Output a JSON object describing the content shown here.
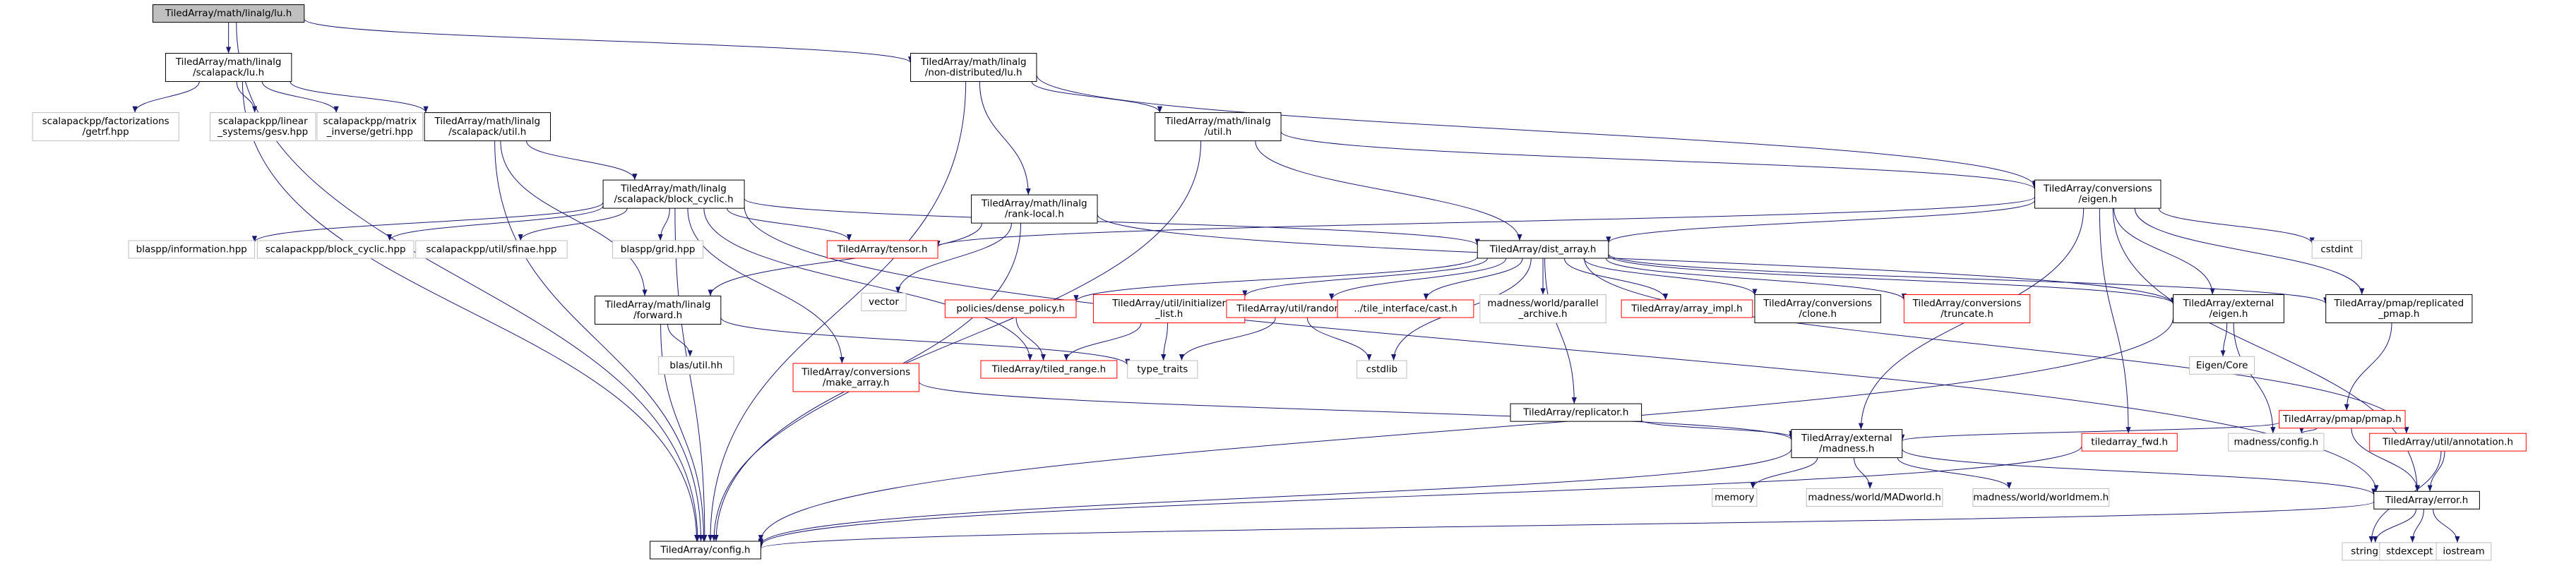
{
  "graph": {
    "nodes": [
      {
        "id": "root",
        "lines": [
          "TiledArray/math/linalg/lu.h"
        ],
        "style": "root"
      },
      {
        "id": "sclu",
        "lines": [
          "TiledArray/math/linalg",
          "/scalapack/lu.h"
        ],
        "style": "black"
      },
      {
        "id": "ndlu",
        "lines": [
          "TiledArray/math/linalg",
          "/non-distributed/lu.h"
        ],
        "style": "black"
      },
      {
        "id": "getrf",
        "lines": [
          "scalapackpp/factorizations",
          "/getrf.hpp"
        ],
        "style": "grey"
      },
      {
        "id": "gesv",
        "lines": [
          "scalapackpp/linear",
          "_systems/gesv.hpp"
        ],
        "style": "grey"
      },
      {
        "id": "getri",
        "lines": [
          "scalapackpp/matrix",
          "_inverse/getri.hpp"
        ],
        "style": "grey"
      },
      {
        "id": "scutil",
        "lines": [
          "TiledArray/math/linalg",
          "/scalapack/util.h"
        ],
        "style": "black"
      },
      {
        "id": "lutil",
        "lines": [
          "TiledArray/math/linalg",
          "/util.h"
        ],
        "style": "black"
      },
      {
        "id": "blockcyc",
        "lines": [
          "TiledArray/math/linalg",
          "/scalapack/block_cyclic.h"
        ],
        "style": "black"
      },
      {
        "id": "rankloc",
        "lines": [
          "TiledArray/math/linalg",
          "/rank-local.h"
        ],
        "style": "black"
      },
      {
        "id": "conveigen",
        "lines": [
          "TiledArray/conversions",
          "/eigen.h"
        ],
        "style": "black"
      },
      {
        "id": "blasinfo",
        "lines": [
          "blaspp/information.hpp"
        ],
        "style": "grey"
      },
      {
        "id": "scbc",
        "lines": [
          "scalapackpp/block_cyclic.hpp"
        ],
        "style": "grey"
      },
      {
        "id": "scfinae",
        "lines": [
          "scalapackpp/util/sfinae.hpp"
        ],
        "style": "grey"
      },
      {
        "id": "blasgrid",
        "lines": [
          "blaspp/grid.hpp"
        ],
        "style": "grey"
      },
      {
        "id": "tensor",
        "lines": [
          "TiledArray/tensor.h"
        ],
        "style": "red"
      },
      {
        "id": "distarr",
        "lines": [
          "TiledArray/dist_array.h"
        ],
        "style": "black"
      },
      {
        "id": "cstdint",
        "lines": [
          "cstdint"
        ],
        "style": "grey"
      },
      {
        "id": "vector",
        "lines": [
          "vector"
        ],
        "style": "grey"
      },
      {
        "id": "forward",
        "lines": [
          "TiledArray/math/linalg",
          "/forward.h"
        ],
        "style": "black"
      },
      {
        "id": "densepol",
        "lines": [
          "policies/dense_policy.h"
        ],
        "style": "red"
      },
      {
        "id": "initlist",
        "lines": [
          "TiledArray/util/initializer",
          "_list.h"
        ],
        "style": "red"
      },
      {
        "id": "random",
        "lines": [
          "TiledArray/util/random.h"
        ],
        "style": "red"
      },
      {
        "id": "tilecast",
        "lines": [
          "../tile_interface/cast.h"
        ],
        "style": "red"
      },
      {
        "id": "parchive",
        "lines": [
          "madness/world/parallel",
          "_archive.h"
        ],
        "style": "grey"
      },
      {
        "id": "arrimpl",
        "lines": [
          "TiledArray/array_impl.h"
        ],
        "style": "red"
      },
      {
        "id": "clone",
        "lines": [
          "TiledArray/conversions",
          "/clone.h"
        ],
        "style": "black"
      },
      {
        "id": "truncate",
        "lines": [
          "TiledArray/conversions",
          "/truncate.h"
        ],
        "style": "red"
      },
      {
        "id": "exteigen",
        "lines": [
          "TiledArray/external",
          "/eigen.h"
        ],
        "style": "black"
      },
      {
        "id": "replpmap",
        "lines": [
          "TiledArray/pmap/replicated",
          "_pmap.h"
        ],
        "style": "black"
      },
      {
        "id": "blasutil",
        "lines": [
          "blas/util.hh"
        ],
        "style": "grey"
      },
      {
        "id": "makearr",
        "lines": [
          "TiledArray/conversions",
          "/make_array.h"
        ],
        "style": "red"
      },
      {
        "id": "tiledrange",
        "lines": [
          "TiledArray/tiled_range.h"
        ],
        "style": "red"
      },
      {
        "id": "typetraits",
        "lines": [
          "type_traits"
        ],
        "style": "grey"
      },
      {
        "id": "cstdlib",
        "lines": [
          "cstdlib"
        ],
        "style": "grey"
      },
      {
        "id": "replicator",
        "lines": [
          "TiledArray/replicator.h"
        ],
        "style": "black"
      },
      {
        "id": "eigencore",
        "lines": [
          "Eigen/Core"
        ],
        "style": "grey"
      },
      {
        "id": "pmap",
        "lines": [
          "TiledArray/pmap/pmap.h"
        ],
        "style": "red"
      },
      {
        "id": "tafwd",
        "lines": [
          "tiledarray_fwd.h"
        ],
        "style": "red"
      },
      {
        "id": "annot",
        "lines": [
          "TiledArray/util/annotation.h"
        ],
        "style": "red"
      },
      {
        "id": "extmad",
        "lines": [
          "TiledArray/external",
          "/madness.h"
        ],
        "style": "black"
      },
      {
        "id": "madconf",
        "lines": [
          "madness/config.h"
        ],
        "style": "grey"
      },
      {
        "id": "memory",
        "lines": [
          "memory"
        ],
        "style": "grey"
      },
      {
        "id": "madworld",
        "lines": [
          "madness/world/MADworld.h"
        ],
        "style": "grey"
      },
      {
        "id": "worldmem",
        "lines": [
          "madness/world/worldmem.h"
        ],
        "style": "grey"
      },
      {
        "id": "error",
        "lines": [
          "TiledArray/error.h"
        ],
        "style": "black"
      },
      {
        "id": "config",
        "lines": [
          "TiledArray/config.h"
        ],
        "style": "black"
      },
      {
        "id": "string",
        "lines": [
          "string"
        ],
        "style": "grey"
      },
      {
        "id": "stdexcept",
        "lines": [
          "stdexcept"
        ],
        "style": "grey"
      },
      {
        "id": "iostream",
        "lines": [
          "iostream"
        ],
        "style": "grey"
      }
    ],
    "edges": [
      [
        "root",
        "sclu"
      ],
      [
        "root",
        "ndlu"
      ],
      [
        "root",
        "config"
      ],
      [
        "sclu",
        "getrf"
      ],
      [
        "sclu",
        "gesv"
      ],
      [
        "sclu",
        "getri"
      ],
      [
        "sclu",
        "scutil"
      ],
      [
        "sclu",
        "config"
      ],
      [
        "ndlu",
        "rankloc"
      ],
      [
        "ndlu",
        "lutil"
      ],
      [
        "ndlu",
        "conveigen"
      ],
      [
        "ndlu",
        "config"
      ],
      [
        "scutil",
        "blockcyc"
      ],
      [
        "scutil",
        "config"
      ],
      [
        "scutil",
        "forward"
      ],
      [
        "lutil",
        "distarr"
      ],
      [
        "lutil",
        "conveigen"
      ],
      [
        "lutil",
        "config"
      ],
      [
        "blockcyc",
        "blasinfo"
      ],
      [
        "blockcyc",
        "scbc"
      ],
      [
        "blockcyc",
        "scfinae"
      ],
      [
        "blockcyc",
        "blasgrid"
      ],
      [
        "blockcyc",
        "tensor"
      ],
      [
        "blockcyc",
        "distarr"
      ],
      [
        "blockcyc",
        "config"
      ],
      [
        "blockcyc",
        "makearr"
      ],
      [
        "blockcyc",
        "tiledrange"
      ],
      [
        "blockcyc",
        "error"
      ],
      [
        "rankloc",
        "vector"
      ],
      [
        "rankloc",
        "forward"
      ],
      [
        "rankloc",
        "config"
      ],
      [
        "rankloc",
        "exteigen"
      ],
      [
        "conveigen",
        "tensor"
      ],
      [
        "conveigen",
        "distarr"
      ],
      [
        "conveigen",
        "cstdint"
      ],
      [
        "conveigen",
        "exteigen"
      ],
      [
        "conveigen",
        "replpmap"
      ],
      [
        "conveigen",
        "extmad"
      ],
      [
        "conveigen",
        "tafwd"
      ],
      [
        "conveigen",
        "error"
      ],
      [
        "distarr",
        "densepol"
      ],
      [
        "distarr",
        "initlist"
      ],
      [
        "distarr",
        "random"
      ],
      [
        "distarr",
        "tilecast"
      ],
      [
        "distarr",
        "parchive"
      ],
      [
        "distarr",
        "arrimpl"
      ],
      [
        "distarr",
        "clone"
      ],
      [
        "distarr",
        "truncate"
      ],
      [
        "distarr",
        "replicator"
      ],
      [
        "distarr",
        "cstdlib"
      ],
      [
        "distarr",
        "exteigen"
      ],
      [
        "distarr",
        "replpmap"
      ],
      [
        "distarr",
        "annot"
      ],
      [
        "forward",
        "blasutil"
      ],
      [
        "forward",
        "typetraits"
      ],
      [
        "forward",
        "config"
      ],
      [
        "densepol",
        "tiledrange"
      ],
      [
        "initlist",
        "tiledrange"
      ],
      [
        "initlist",
        "typetraits"
      ],
      [
        "random",
        "typetraits"
      ],
      [
        "random",
        "cstdlib"
      ],
      [
        "makearr",
        "extmad"
      ],
      [
        "replicator",
        "extmad"
      ],
      [
        "exteigen",
        "eigencore"
      ],
      [
        "exteigen",
        "madconf"
      ],
      [
        "exteigen",
        "config"
      ],
      [
        "replpmap",
        "pmap"
      ],
      [
        "pmap",
        "extmad"
      ],
      [
        "pmap",
        "madconf"
      ],
      [
        "pmap",
        "error"
      ],
      [
        "tafwd",
        "config"
      ],
      [
        "annot",
        "string"
      ],
      [
        "annot",
        "error"
      ],
      [
        "extmad",
        "memory"
      ],
      [
        "extmad",
        "madworld"
      ],
      [
        "extmad",
        "worldmem"
      ],
      [
        "extmad",
        "config"
      ],
      [
        "extmad",
        "error"
      ],
      [
        "error",
        "config"
      ],
      [
        "error",
        "string"
      ],
      [
        "error",
        "stdexcept"
      ],
      [
        "error",
        "iostream"
      ]
    ]
  },
  "colors": {
    "black": "#000000",
    "grey": "#bfbfbf",
    "red": "#ff0000",
    "rootfill": "#bfbfbf",
    "edge": "#191970",
    "text": "#000000"
  }
}
